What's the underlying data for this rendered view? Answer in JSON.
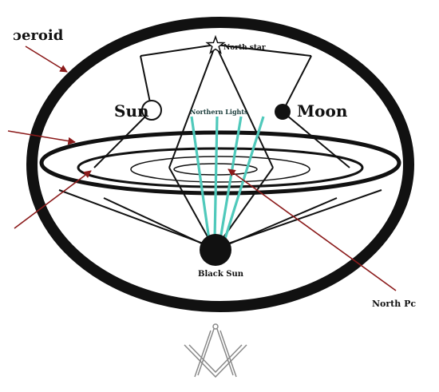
{
  "labels": {
    "spheroid": "ɔeroid",
    "north_star": "North star",
    "sun": "Sun",
    "moon": "Moon",
    "northern_lights": "Northern Lights",
    "black_sun": "Black Sun",
    "north_pole": "North Pc"
  },
  "colors": {
    "ink": "#111111",
    "arrow": "#8b1a1a",
    "aurora": "#4fc9bb",
    "compass": "#8a8a8a"
  },
  "icons": {
    "north_star": "star-icon",
    "emblem": "square-and-compass-icon"
  }
}
